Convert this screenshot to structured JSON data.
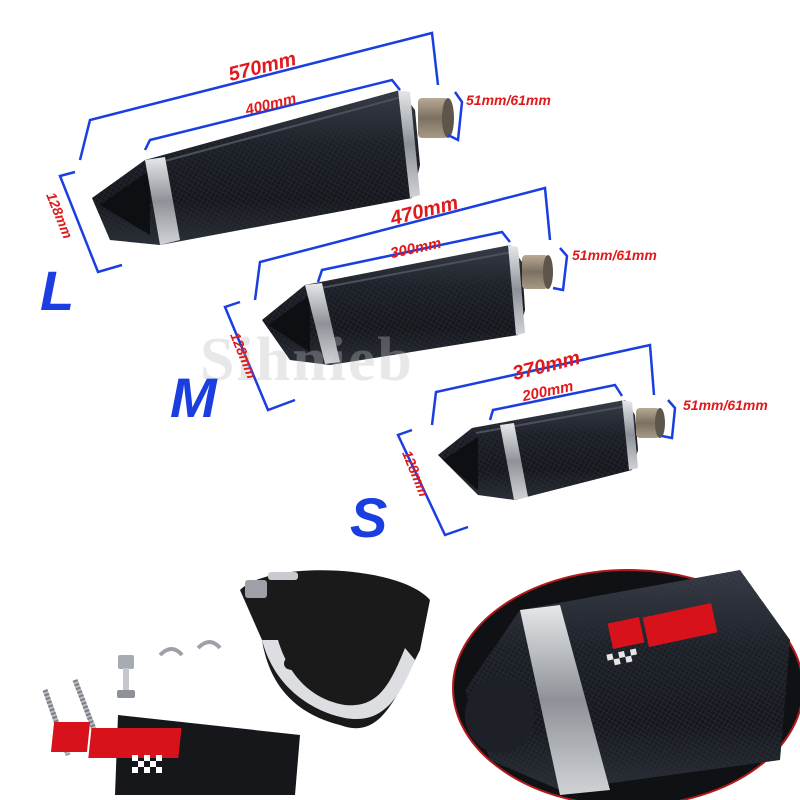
{
  "watermark": "Sihnieb",
  "sizes": {
    "large": {
      "letter": "L",
      "total_length": "570mm",
      "body_length": "400mm",
      "inlet": "51mm/61mm",
      "height": "128mm"
    },
    "medium": {
      "letter": "M",
      "total_length": "470mm",
      "body_length": "300mm",
      "inlet": "51mm/61mm",
      "height": "128mm"
    },
    "small": {
      "letter": "S",
      "total_length": "370mm",
      "body_length": "200mm",
      "inlet": "51mm/61mm",
      "height": "128mm"
    }
  },
  "colors": {
    "dimension_lines": "#1a3ee0",
    "dimension_text": "#e0191b",
    "size_letters": "#1a3ee0",
    "carbon_body": "#1c1f26",
    "ring": "#c9ccd1",
    "sticker_red": "#d8121a"
  }
}
